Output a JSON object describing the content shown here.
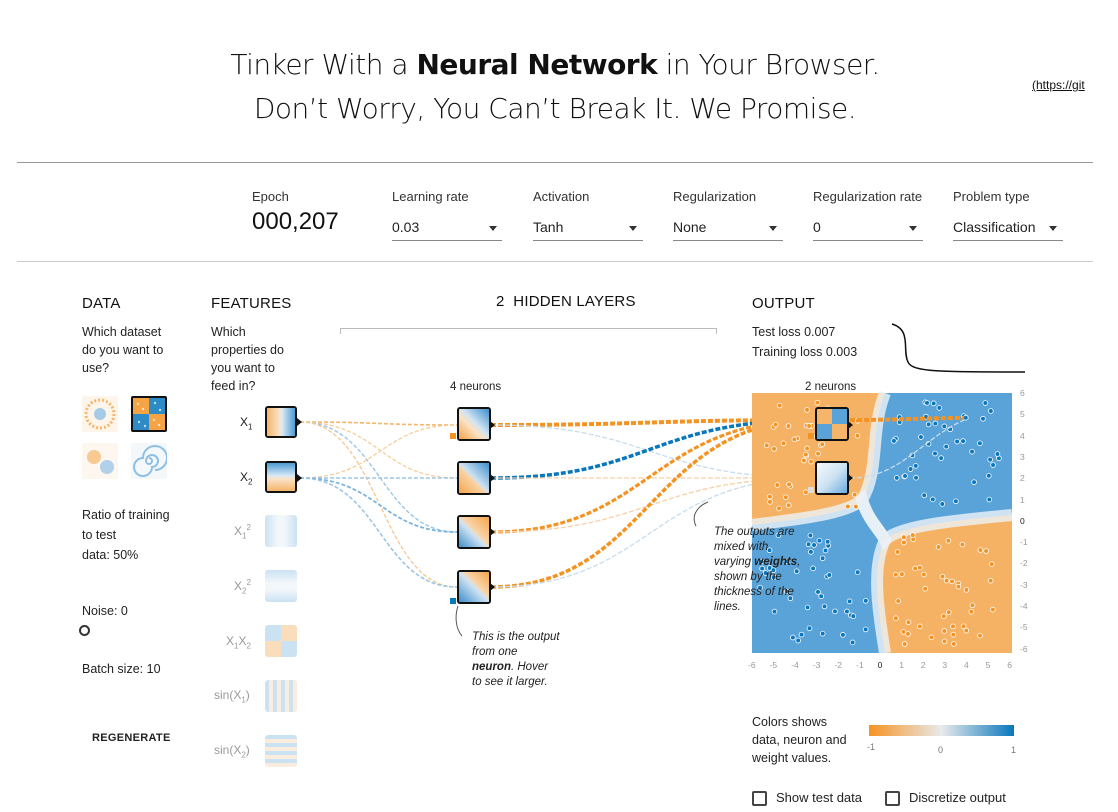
{
  "header": {
    "line1_pre": "Tinker With a ",
    "line1_bold": "Neural Network",
    "line1_post": " in Your Browser.",
    "line2": "Don’t Worry, You Can’t Break It. We Promise.",
    "link_text": "(https://git"
  },
  "controls": {
    "epoch_label": "Epoch",
    "epoch_value": "000,207",
    "learning_rate_label": "Learning rate",
    "learning_rate_value": "0.03",
    "activation_label": "Activation",
    "activation_value": "Tanh",
    "regularization_label": "Regularization",
    "regularization_value": "None",
    "regularization_rate_label": "Regularization rate",
    "regularization_rate_value": "0",
    "problem_type_label": "Problem type",
    "problem_type_value": "Classification"
  },
  "data_panel": {
    "title": "DATA",
    "question": [
      "Which dataset",
      "do you want to",
      "use?"
    ],
    "ratio_label": [
      "Ratio of training",
      "to test"
    ],
    "ratio_value": "data:  50%",
    "noise_label": "Noise:  0",
    "batch_label": "Batch size:  10",
    "regenerate": "REGENERATE"
  },
  "features_panel": {
    "title": "FEATURES",
    "question": [
      "Which",
      "properties do",
      "you want to",
      "feed in?"
    ],
    "features": [
      {
        "label": "X1",
        "active": true
      },
      {
        "label": "X2",
        "active": true
      },
      {
        "label": "X1²",
        "active": false
      },
      {
        "label": "X2²",
        "active": false
      },
      {
        "label": "X1X2",
        "active": false
      },
      {
        "label": "sin(X1)",
        "active": false
      },
      {
        "label": "sin(X2)",
        "active": false
      }
    ]
  },
  "hidden": {
    "count": "2",
    "title": "HIDDEN LAYERS",
    "layer1_neurons": "4 neurons",
    "layer2_neurons": "2 neurons"
  },
  "output_panel": {
    "title": "OUTPUT",
    "test_loss": "Test loss 0.007",
    "training_loss": "Training loss 0.003",
    "y_ticks": [
      "6",
      "5",
      "4",
      "3",
      "2",
      "1",
      "0",
      "-1",
      "-2",
      "-3",
      "-4",
      "-5",
      "-6"
    ],
    "x_ticks": [
      "-6",
      "-5",
      "-4",
      "-3",
      "-2",
      "-1",
      "0",
      "1",
      "2",
      "3",
      "4",
      "5",
      "6"
    ],
    "legend_text": [
      "Colors shows",
      "data, neuron and",
      "weight values."
    ],
    "legend_ticks": [
      "-1",
      "0",
      "1"
    ],
    "show_test_label": "Show test data",
    "discretize_label": "Discretize output"
  },
  "annotations": {
    "neuron_note": [
      "This is the output",
      "from one",
      "neuron",
      ". Hover",
      "to see it larger."
    ],
    "weights_note": [
      "The outputs are",
      "mixed with",
      "varying ",
      "weights",
      ",",
      "shown by the",
      "thickness of the",
      "lines."
    ]
  },
  "colors": {
    "orange": "#f59322",
    "blue": "#0877bd",
    "light_orange": "#f5b56a",
    "light_blue": "#8ec0e6"
  }
}
